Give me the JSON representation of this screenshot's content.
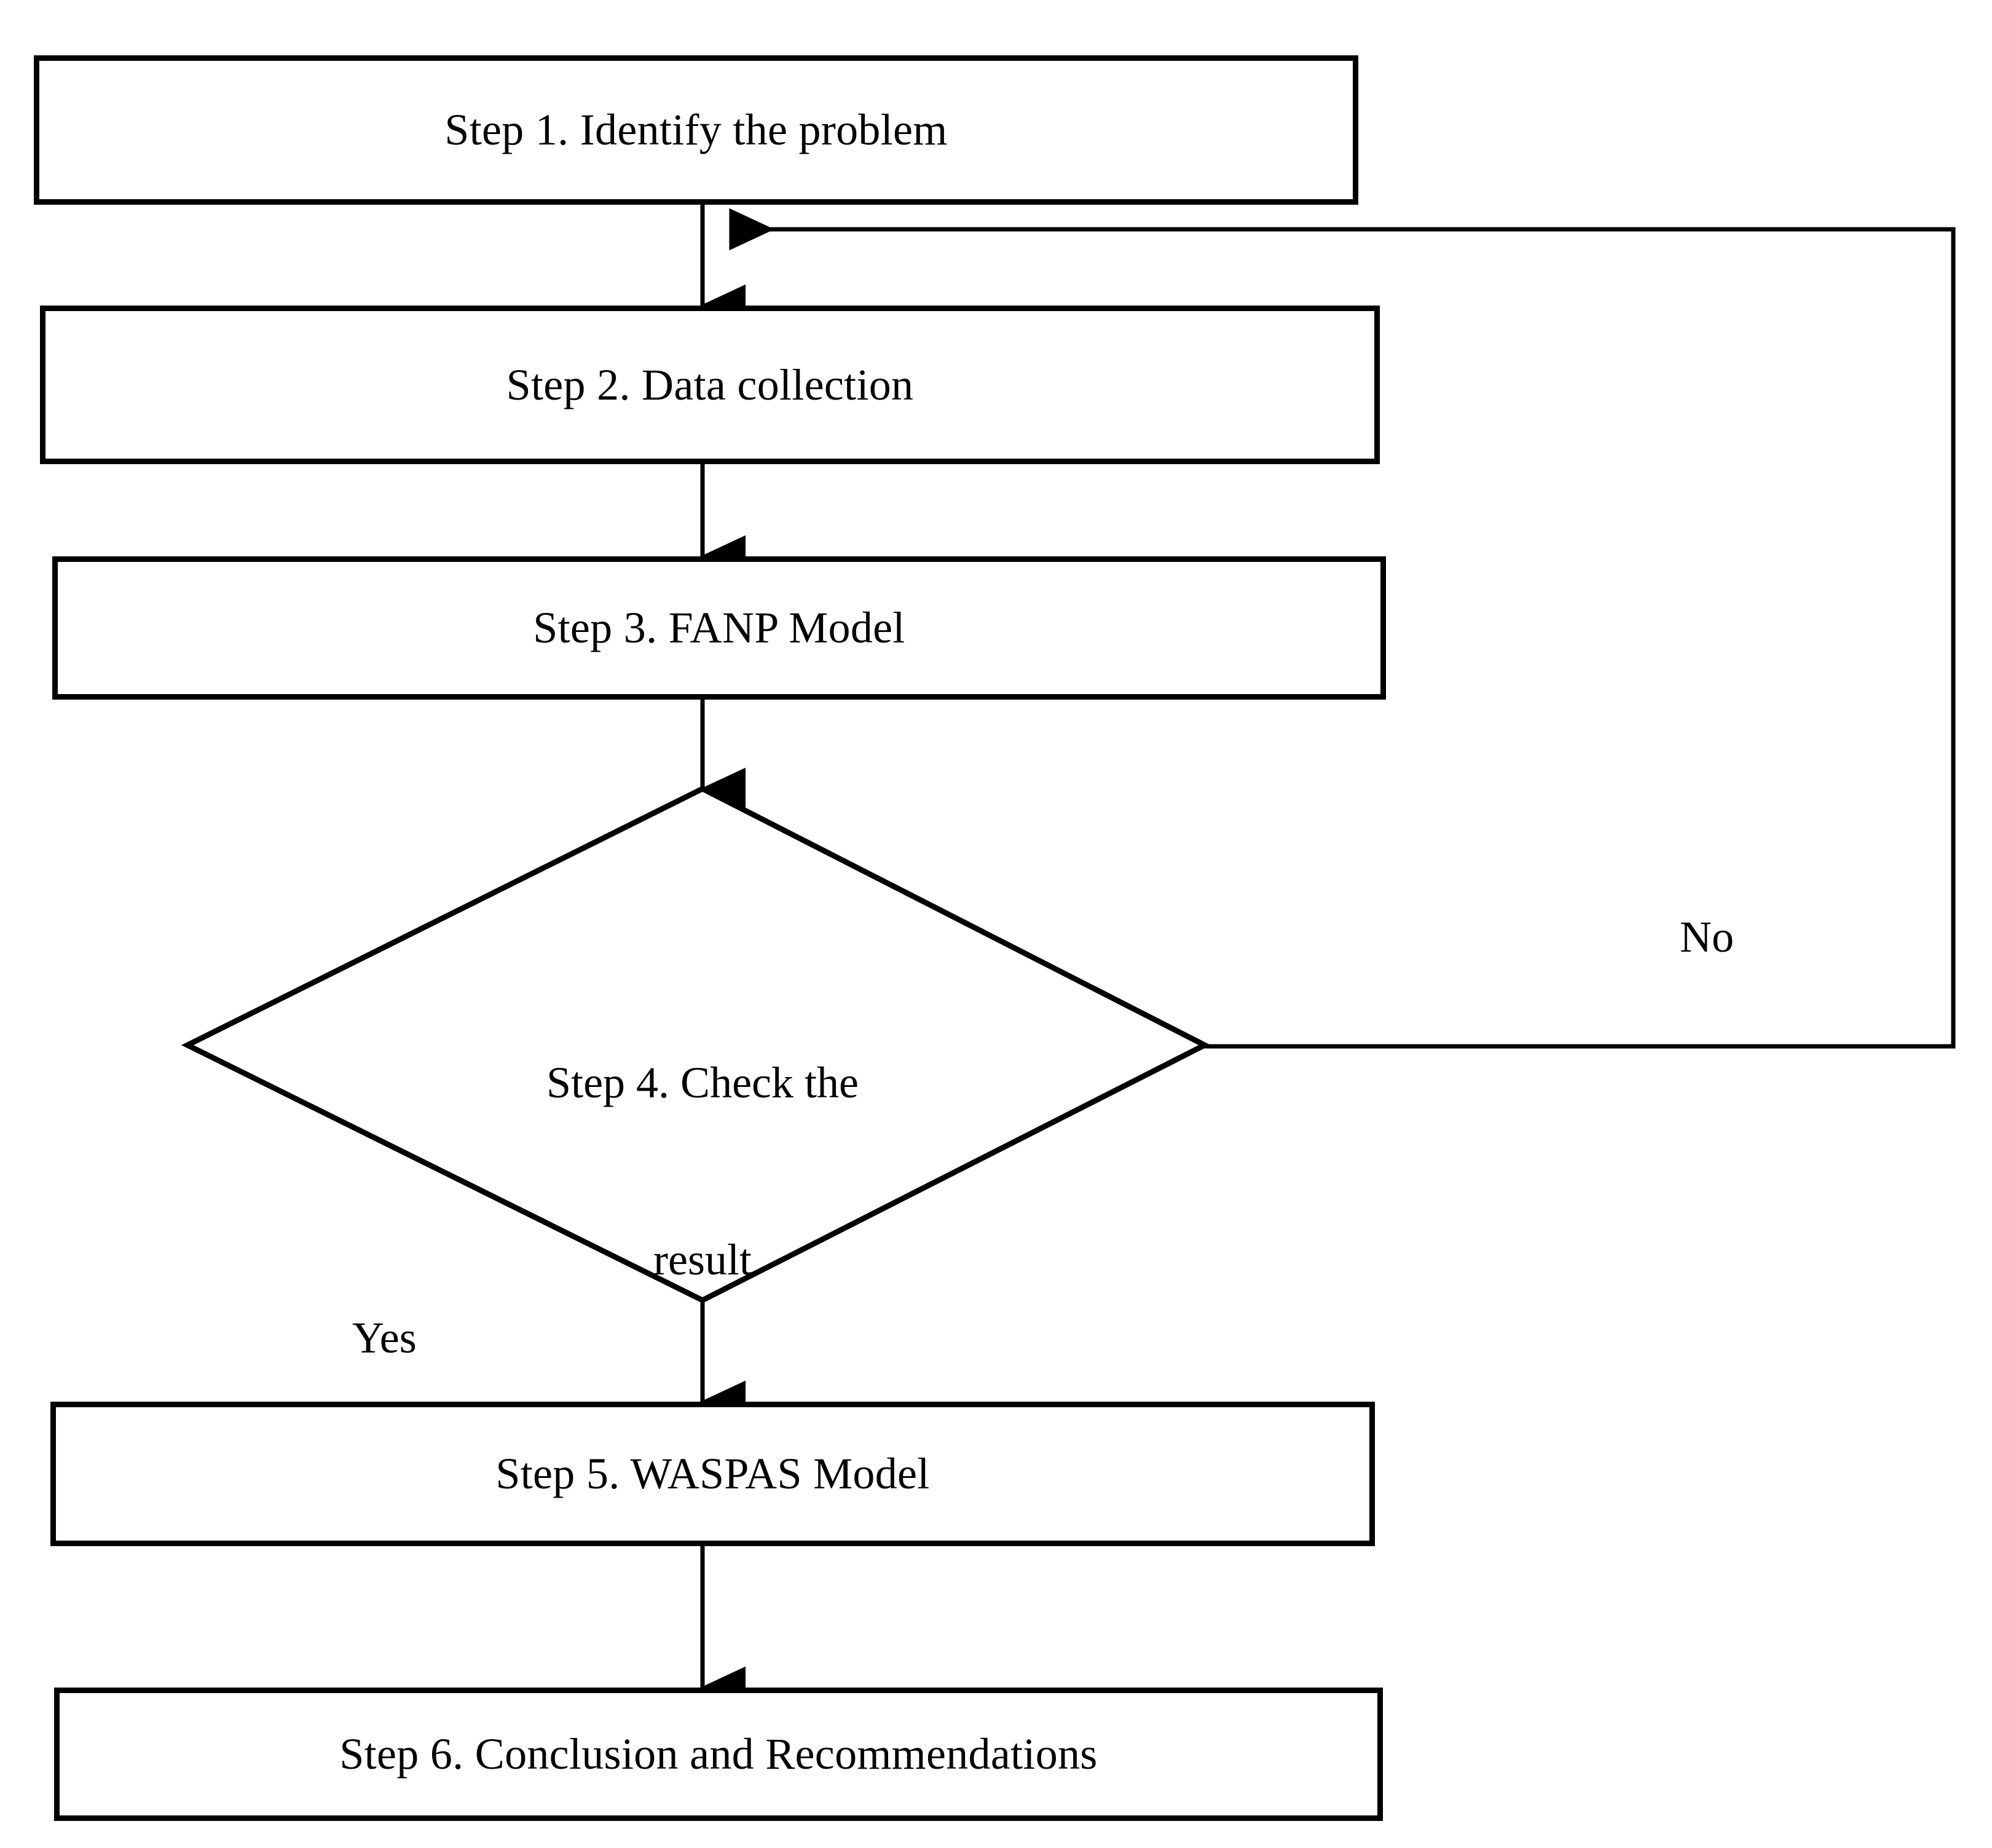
{
  "diagram": {
    "type": "flowchart",
    "title": "",
    "orientation": "top-to-bottom",
    "background_color": "#ffffff",
    "line_color": "#000000",
    "text_color": "#000000",
    "nodes": [
      {
        "id": "step1",
        "shape": "rectangle",
        "label": "Step 1. Identify the problem"
      },
      {
        "id": "step2",
        "shape": "rectangle",
        "label": "Step 2. Data collection"
      },
      {
        "id": "step3",
        "shape": "rectangle",
        "label": "Step 3. FANP Model"
      },
      {
        "id": "step4",
        "shape": "diamond",
        "label": "Step 4. Check the\nresult",
        "line1": "Step 4. Check the",
        "line2": "result"
      },
      {
        "id": "step5",
        "shape": "rectangle",
        "label": "Step 5. WASPAS Model"
      },
      {
        "id": "step6",
        "shape": "rectangle",
        "label": "Step 6. Conclusion and Recommendations"
      }
    ],
    "edges": [
      {
        "id": "e1",
        "from": "step1",
        "to": "step2",
        "label": ""
      },
      {
        "id": "e2",
        "from": "step2",
        "to": "step3",
        "label": ""
      },
      {
        "id": "e3",
        "from": "step3",
        "to": "step4",
        "label": ""
      },
      {
        "id": "e4",
        "from": "step4",
        "to": "step5",
        "label": "Yes"
      },
      {
        "id": "e5",
        "from": "step4",
        "to": "step2",
        "label": "No"
      },
      {
        "id": "e6",
        "from": "step5",
        "to": "step6",
        "label": ""
      }
    ],
    "edge_labels": {
      "no": "No",
      "yes": "Yes"
    }
  }
}
